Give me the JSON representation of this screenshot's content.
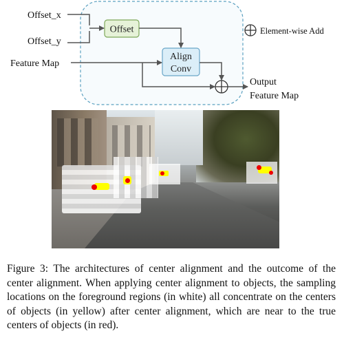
{
  "diagram": {
    "inputs": {
      "offset_x": "Offset_x",
      "offset_y": "Offset_y",
      "feature_map": "Feature Map"
    },
    "blocks": {
      "offset": "Offset",
      "align_conv_line1": "Align",
      "align_conv_line2": "Conv"
    },
    "output": {
      "line1": "Output",
      "line2": "Feature Map"
    },
    "legend": {
      "label": "Element-wise Add",
      "icon": "circle-plus-icon"
    },
    "colors": {
      "offset_fill": "#e6f2d8",
      "offset_stroke": "#7ea85a",
      "align_fill": "#dbeef8",
      "align_stroke": "#6aa6c8",
      "dashed_border": "#5aa0c0",
      "region_fill": "#f7fbfd",
      "arrow": "#555555"
    }
  },
  "figure": {
    "markers": {
      "foreground": "#ffffff",
      "predicted_center": "#ffff00",
      "true_center": "#ee0000"
    }
  },
  "caption": {
    "label": "Figure 3:",
    "text": " The architectures of center alignment and the outcome of the center alignment. When applying center alignment to objects, the sampling locations on the foreground regions (in white) all concentrate on the centers of objects (in yellow) after center alignment, which are near to the true centers of objects (in red)."
  }
}
